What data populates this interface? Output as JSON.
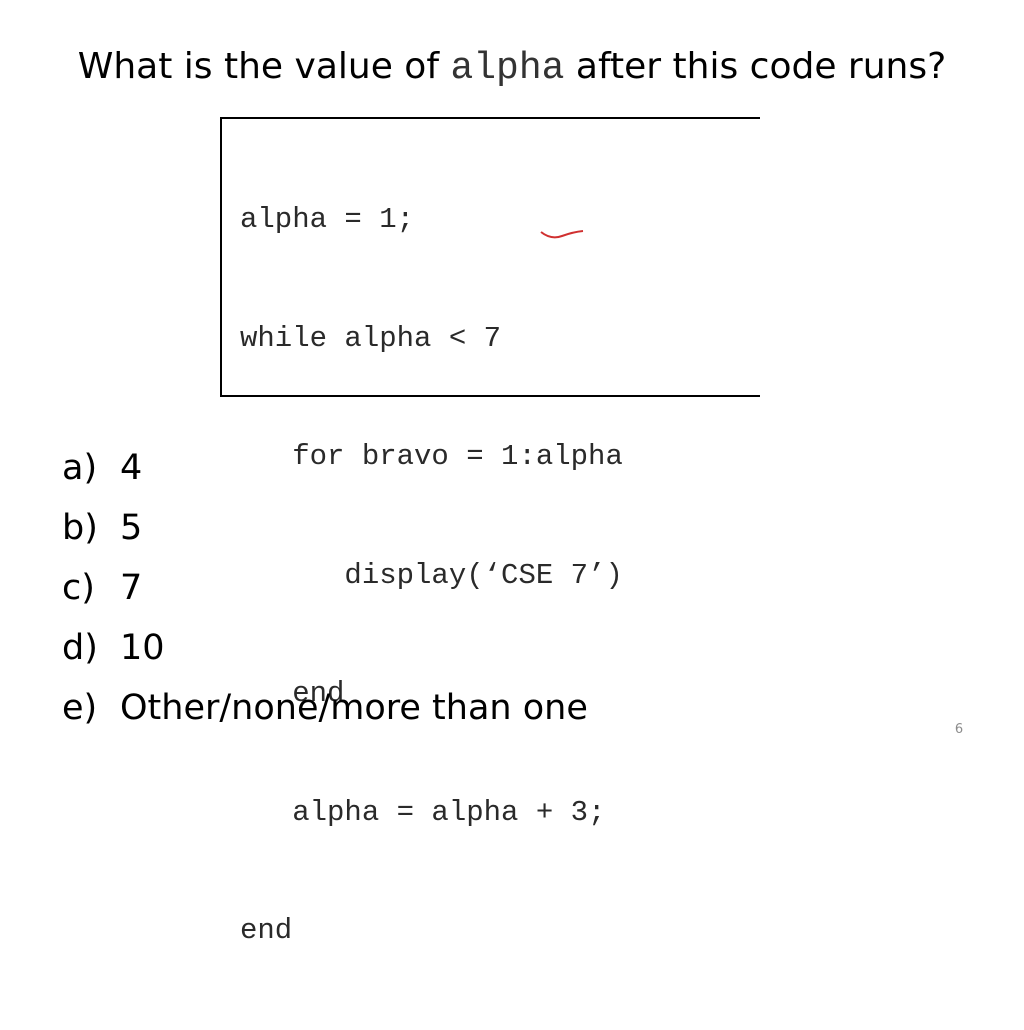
{
  "slide": {
    "title_before": "What is the value of ",
    "title_code": "alpha",
    "title_after": " after this code runs?",
    "code_lines": [
      "alpha = 1;",
      "while alpha < 7",
      "   for bravo = 1:alpha",
      "      display(‘CSE 7’)",
      "   end",
      "   alpha = alpha + 3;",
      "end"
    ],
    "options": [
      {
        "letter": "a)",
        "text": "4"
      },
      {
        "letter": "b)",
        "text": "5"
      },
      {
        "letter": "c)",
        "text": "7"
      },
      {
        "letter": "d)",
        "text": "10"
      },
      {
        "letter": "e)",
        "text": "Other/none/more than one"
      }
    ],
    "page_number": "6",
    "colors": {
      "text": "#000000",
      "code_text": "#2a2a2a",
      "squiggle": "#d03030",
      "page_number": "#8c8c8c"
    }
  }
}
